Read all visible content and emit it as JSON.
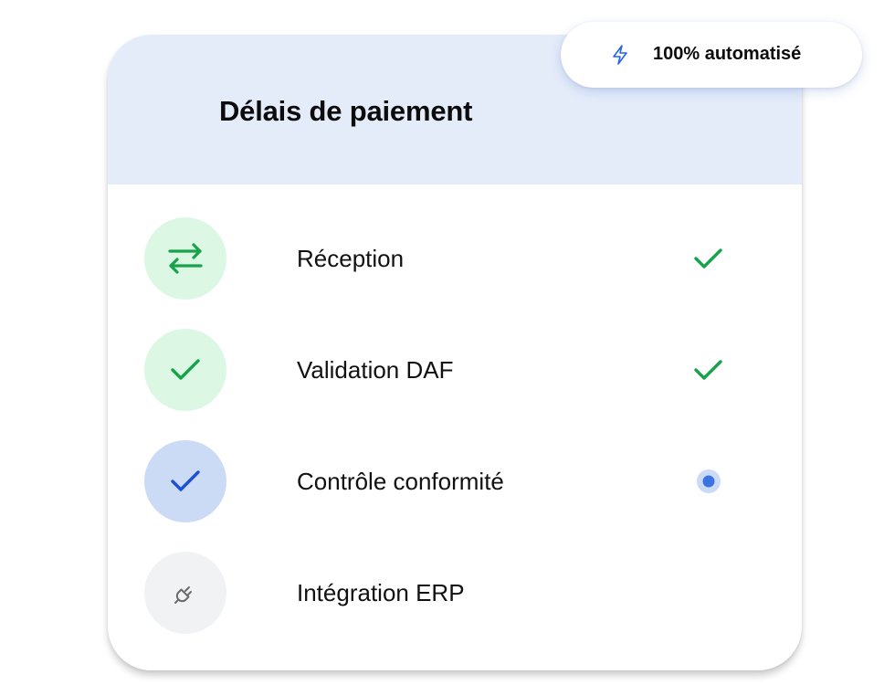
{
  "card": {
    "title": "Délais de paiement"
  },
  "badge": {
    "icon": "lightning-icon",
    "label": "100% automatisé"
  },
  "steps": [
    {
      "label": "Réception",
      "icon": "transfer-arrows-icon",
      "status": "done",
      "status_icon": "check-icon",
      "circle_color": "#dcf8e5",
      "icon_color": "#16a34a"
    },
    {
      "label": "Validation DAF",
      "icon": "check-icon",
      "status": "done",
      "status_icon": "check-icon",
      "circle_color": "#dcf8e5",
      "icon_color": "#16a34a"
    },
    {
      "label": "Contrôle conformité",
      "icon": "check-icon",
      "status": "in-progress",
      "status_icon": "progress-dot-icon",
      "circle_color": "#cbdaf5",
      "icon_color": "#1d4ed8"
    },
    {
      "label": "Intégration ERP",
      "icon": "plug-icon",
      "status": "pending",
      "status_icon": "",
      "circle_color": "#f1f2f4",
      "icon_color": "#6b6b6b"
    }
  ],
  "colors": {
    "header_bg": "#e4ecfa",
    "success": "#16a34a",
    "accent": "#3b73e0",
    "accent_soft": "#cbdaf5"
  }
}
